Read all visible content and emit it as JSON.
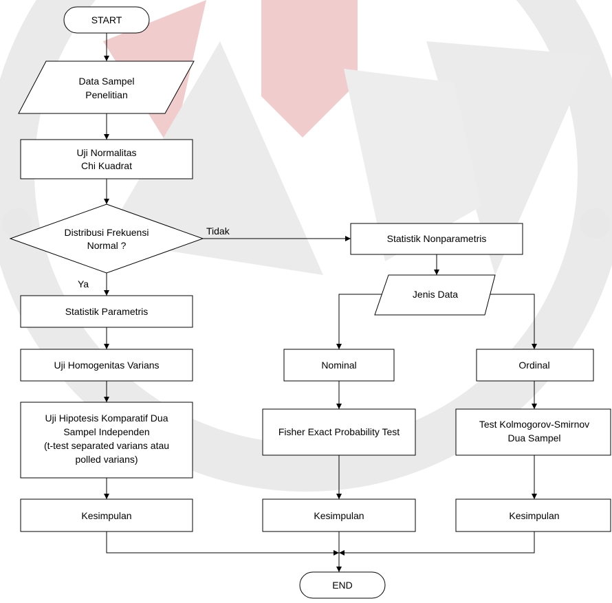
{
  "colors": {
    "stroke": "#000000",
    "fill": "#ffffff",
    "watermark_red": "#e8a0a0",
    "watermark_gray": "#cfcfcf"
  },
  "nodes": {
    "start": "START",
    "data_sampel": [
      "Data Sampel",
      "Penelitian"
    ],
    "uji_normalitas": [
      "Uji Normalitas",
      "Chi Kuadrat"
    ],
    "distribusi": [
      "Distribusi Frekuensi",
      "Normal ?"
    ],
    "parametris": "Statistik Parametris",
    "homogenitas": "Uji Homogenitas Varians",
    "hipotesis": [
      "Uji Hipotesis Komparatif Dua",
      "Sampel Independen",
      "(t-test separated varians atau",
      "polled varians)"
    ],
    "kesimpulan_left": "Kesimpulan",
    "nonparametris": "Statistik Nonparametris",
    "jenis_data": "Jenis Data",
    "nominal": "Nominal",
    "ordinal": "Ordinal",
    "fisher": "Fisher Exact Probability Test",
    "kolmogorov": [
      "Test Kolmogorov-Smirnov",
      "Dua Sampel"
    ],
    "kesimpulan_mid": "Kesimpulan",
    "kesimpulan_right": "Kesimpulan",
    "end": "END"
  },
  "edge_labels": {
    "tidak": "Tidak",
    "ya": "Ya"
  }
}
